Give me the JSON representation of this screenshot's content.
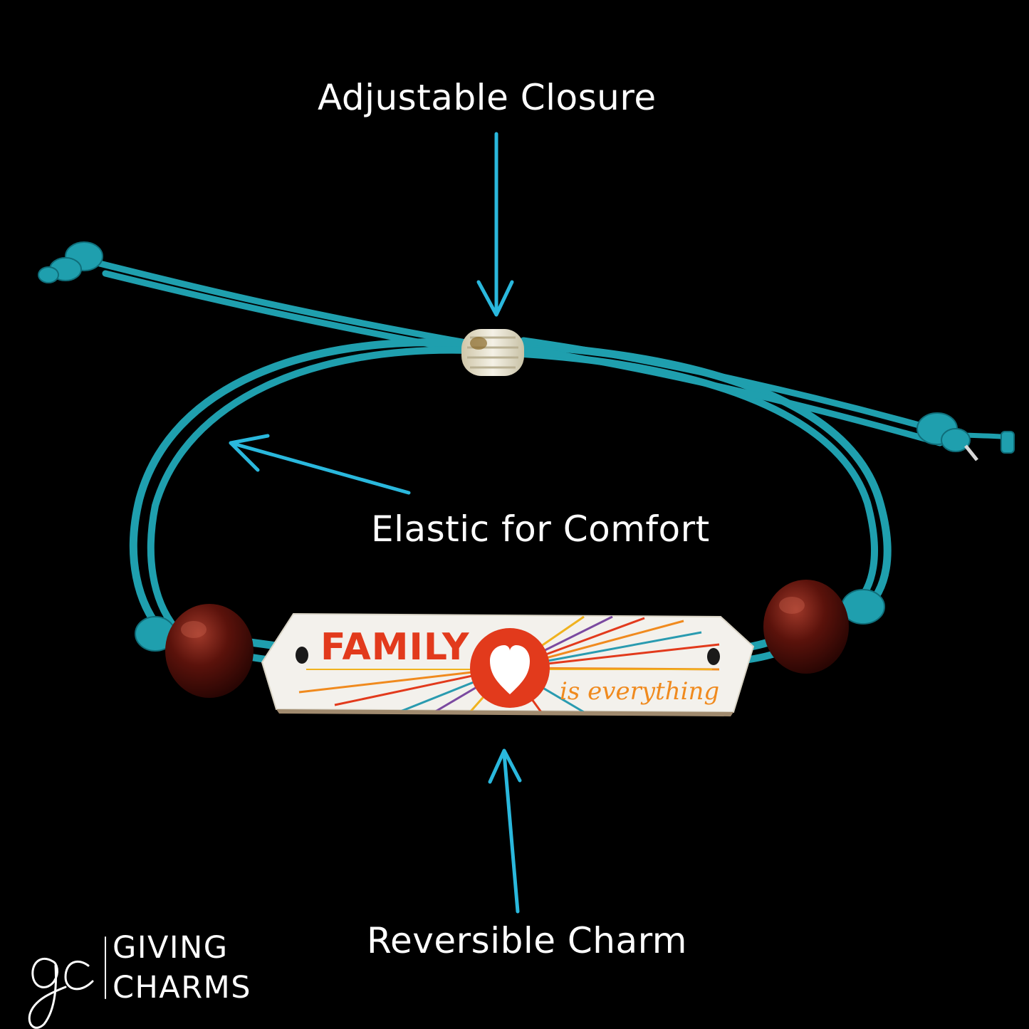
{
  "callouts": {
    "closure": "Adjustable Closure",
    "elastic": "Elastic for Comfort",
    "charm": "Reversible Charm"
  },
  "charm": {
    "word": "FAMILY",
    "tagline": "is everything",
    "icon": "heart-icon"
  },
  "brand": {
    "monogram": "gc",
    "line1": "GIVING",
    "line2": "CHARMS"
  },
  "colors": {
    "background": "#000000",
    "cord": "#1f9fae",
    "arrow": "#2ab8dd",
    "bead": "#4a0d08",
    "charm_red": "#e23a1c",
    "tagline_orange": "#f08a1e",
    "label_text": "#ffffff"
  }
}
